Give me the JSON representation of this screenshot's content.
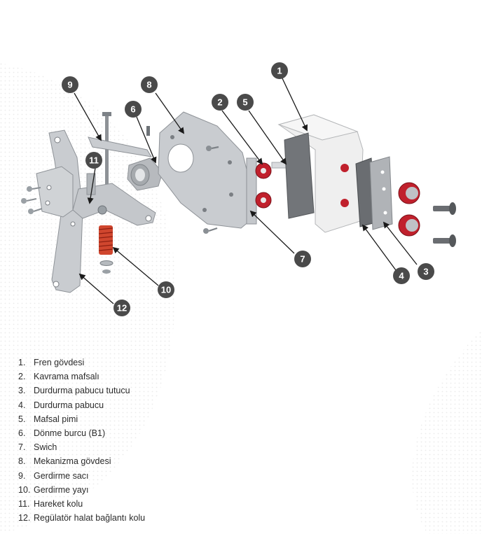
{
  "colors": {
    "callout_fill": "#4a4a4a",
    "callout_text": "#ffffff",
    "part_metal": "#c5c8cc",
    "part_white": "#eeeeee",
    "part_red": "#c0202c",
    "leader_line": "#1a1a1a"
  },
  "callouts": [
    {
      "id": "1",
      "num": "1"
    },
    {
      "id": "2",
      "num": "2"
    },
    {
      "id": "3",
      "num": "3"
    },
    {
      "id": "4",
      "num": "4"
    },
    {
      "id": "5",
      "num": "5"
    },
    {
      "id": "6",
      "num": "6"
    },
    {
      "id": "7",
      "num": "7"
    },
    {
      "id": "8",
      "num": "8"
    },
    {
      "id": "9",
      "num": "9"
    },
    {
      "id": "10",
      "num": "10"
    },
    {
      "id": "11",
      "num": "11"
    },
    {
      "id": "12",
      "num": "12"
    }
  ],
  "legend": [
    {
      "num": "1.",
      "label": "Fren gövdesi"
    },
    {
      "num": "2.",
      "label": "Kavrama mafsalı"
    },
    {
      "num": "3.",
      "label": "Durdurma pabucu tutucu"
    },
    {
      "num": "4.",
      "label": "Durdurma pabucu"
    },
    {
      "num": "5.",
      "label": "Mafsal pimi"
    },
    {
      "num": "6.",
      "label": "Dönme burcu (B1)"
    },
    {
      "num": "7.",
      "label": "Swich"
    },
    {
      "num": "8.",
      "label": "Mekanizma gövdesi"
    },
    {
      "num": "9.",
      "label": "Gerdirme sacı"
    },
    {
      "num": "10.",
      "label": "Gerdirme yayı"
    },
    {
      "num": "11.",
      "label": "Hareket kolu"
    },
    {
      "num": "12.",
      "label": "Regülatör halat bağlantı kolu"
    }
  ]
}
